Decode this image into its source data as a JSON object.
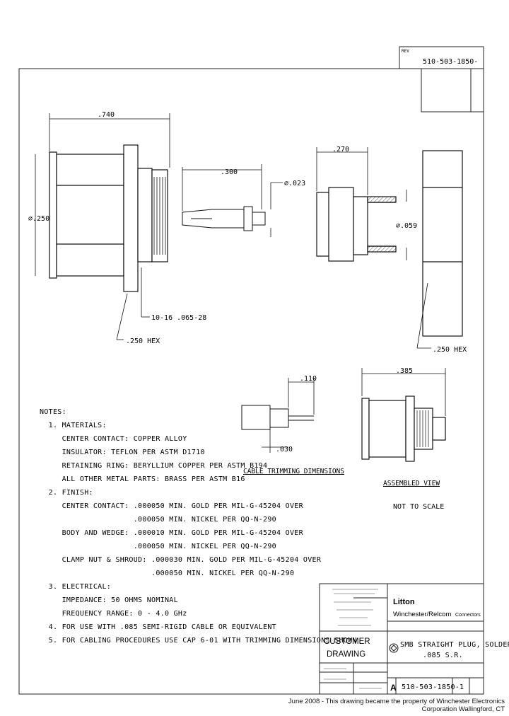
{
  "drawing_number": "510-503-1850-",
  "dimensions": {
    "overall_length": ".740",
    "body_diameter": "⌀.250",
    "thread": "10-16 .065-28",
    "hex_1": ".250 HEX",
    "contact_length": ".300",
    "contact_dia": "⌀.023",
    "assembled_length": ".270",
    "cable_dia": "⌀.059",
    "hex_2": ".250 HEX",
    "trim_length": ".110",
    "trim_dielectric": ".030",
    "assembled_width": ".385"
  },
  "captions": {
    "cable_trimming": "CABLE TRIMMING DIMENSIONS",
    "assembled_view": "ASSEMBLED VIEW",
    "not_to_scale": "NOT TO SCALE"
  },
  "notes": [
    "NOTES:",
    "  1. MATERIALS:",
    "     CENTER CONTACT: COPPER ALLOY",
    "     INSULATOR: TEFLON PER ASTM D1710",
    "     RETAINING RING: BERYLLIUM COPPER PER ASTM B194",
    "     ALL OTHER METAL PARTS: BRASS PER ASTM B16",
    "  2. FINISH:",
    "     CENTER CONTACT: .000050 MIN. GOLD PER MIL-G-45204 OVER",
    "                     .000050 MIN. NICKEL PER QQ-N-290",
    "     BODY AND WEDGE: .000010 MIN. GOLD PER MIL-G-45204 OVER",
    "                     .000050 MIN. NICKEL PER QQ-N-290",
    "     CLAMP NUT & SHROUD: .000030 MIN. GOLD PER MIL-G-45204 OVER",
    "                         .000050 MIN. NICKEL PER QQ-N-290",
    "  3. ELECTRICAL:",
    "     IMPEDANCE: 50 OHMS NOMINAL",
    "     FREQUENCY RANGE: 0 - 4.0 GHz",
    "  4. FOR USE WITH .085 SEMI-RIGID CABLE OR EQUIVALENT",
    "  5. FOR CABLING PROCEDURES USE CAP 6-01 WITH TRIMMING DIMENSIONS SHOWN"
  ],
  "title_block": {
    "company": "Litton",
    "division": "Winchester/Relcom",
    "division_suffix": "Connectors",
    "customer_drawing_line1": "CUSTOMER",
    "customer_drawing_line2": "DRAWING",
    "title_line1": "SMB STRAIGHT PLUG, SOLDER/CLAMP",
    "title_line2": ".085 S.R.",
    "size": "A",
    "dwg_no": "510-503-1850-",
    "sheet": "1"
  },
  "footer_text": "June 2008 - This drawing became the property of Winchester Electronics Corporation Wallingford, CT"
}
